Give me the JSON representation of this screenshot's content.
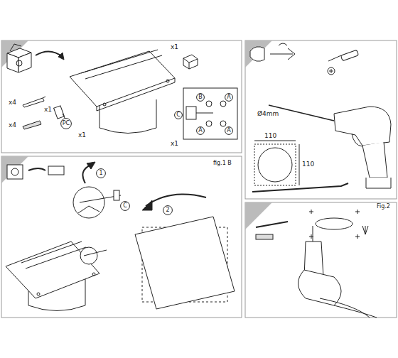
{
  "diagram": {
    "nodes": [
      {
        "text": [
          "PC"
        ]
      },
      {
        "text": [
          "B"
        ]
      },
      {
        "text": [
          "A"
        ]
      },
      {
        "text": [
          "C"
        ]
      },
      {
        "text": [
          "A"
        ]
      },
      {
        "text": [
          "A"
        ]
      },
      {
        "text": [
          "1"
        ]
      },
      {
        "text": [
          "C"
        ]
      },
      {
        "text": [
          "2"
        ]
      }
    ],
    "edges": [],
    "labels": [
      "x1",
      "x4",
      "x1",
      "x4",
      "x1",
      "x1",
      "fig.1 B",
      "Ø4mm",
      "110",
      "110",
      "Fig.2"
    ]
  }
}
